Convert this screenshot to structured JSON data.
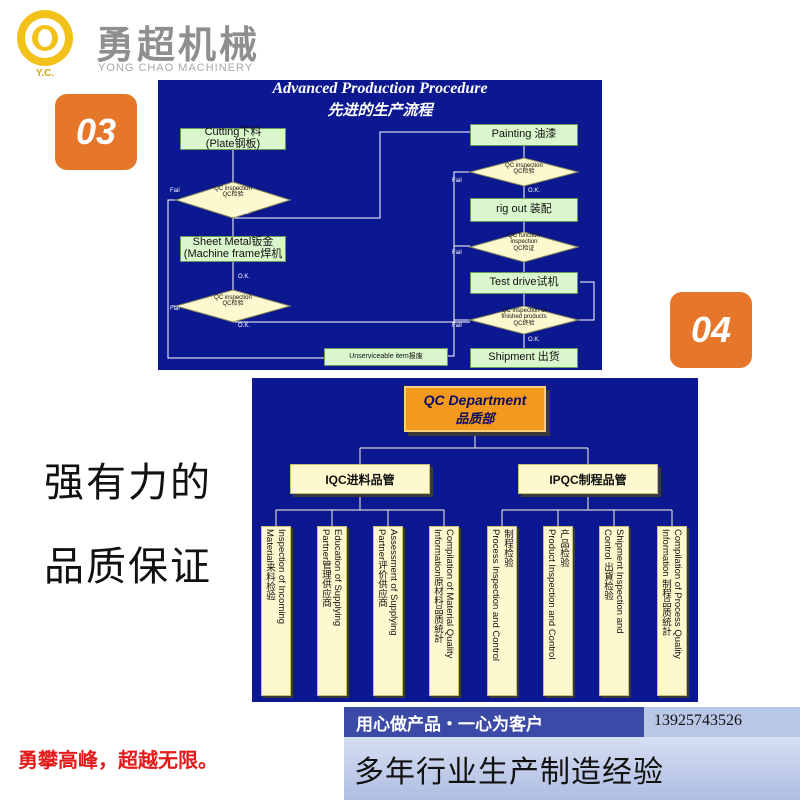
{
  "header": {
    "logo_text": "Y.C.",
    "brand_cn": "勇超机械",
    "brand_en": "YONG CHAO MACHINERY"
  },
  "badges": {
    "b03": "03",
    "b04": "04"
  },
  "colors": {
    "panel_blue": "#0b1890",
    "accent_orange": "#e5762a",
    "box_green": "#d9f6cc",
    "box_yellow": "#fdf8cd",
    "slogan_red": "#e21a1a"
  },
  "procedure": {
    "title_en": "Advanced Production Procedure",
    "title_cn": "先进的生产流程",
    "left": {
      "cutting_line1": "Cutting下料",
      "cutting_line2": "(Plate钢板)",
      "qc1_line1": "QC inspection",
      "qc1_line2": "QC检验",
      "sheet_line1": "Sheet Metal钣金",
      "sheet_line2": "(Machine frame焊机",
      "qc2_line1": "QC inspection",
      "qc2_line2": "QC检验"
    },
    "right": {
      "painting": "Painting 油漆",
      "qc3_line1": "QC inspection",
      "qc3_line2": "QC检验",
      "rigout": "rig out 装配",
      "qc4_line1": "QC function",
      "qc4_line2": "inspection",
      "qc4_line3": "QC检证",
      "testdrive": "Test drive试机",
      "qc5_line1": "QC inspection of",
      "qc5_line2": "finished products",
      "qc5_line3": "QC终验",
      "shipment": "Shipment 出货"
    },
    "unserviceable": "Unserviceable item报废",
    "labels": {
      "fail": "Fail",
      "ok": "O.K."
    }
  },
  "qc": {
    "head_en": "QC Department",
    "head_cn": "品质部",
    "iqc": "IQC进料品管",
    "ipqc": "IPQC制程品管",
    "leaves": [
      "Inspection of Incoming\nMaterial来料检验",
      "Education of Supplying\nPartner管理供应商",
      "Assessment of Supplying\nPartner评价供应商",
      "Compilation of Material Quality\nInformation原材料品质統計",
      "制程检验\nProcess Inspection and Control",
      "产品检验\nProduct Inspection and Control",
      "Shipment Inspection and\nControl  出貨检验",
      "Compilation of Process Quality\nInformation  制程品质統計"
    ]
  },
  "side": {
    "line1": "强有力的",
    "line2": "品质保证"
  },
  "footer": {
    "slogan": "勇攀高峰，超越无限。",
    "band_top": "用心做产品・一心为客户",
    "phone": "13925743526",
    "band_bottom": "多年行业生产制造经验"
  }
}
